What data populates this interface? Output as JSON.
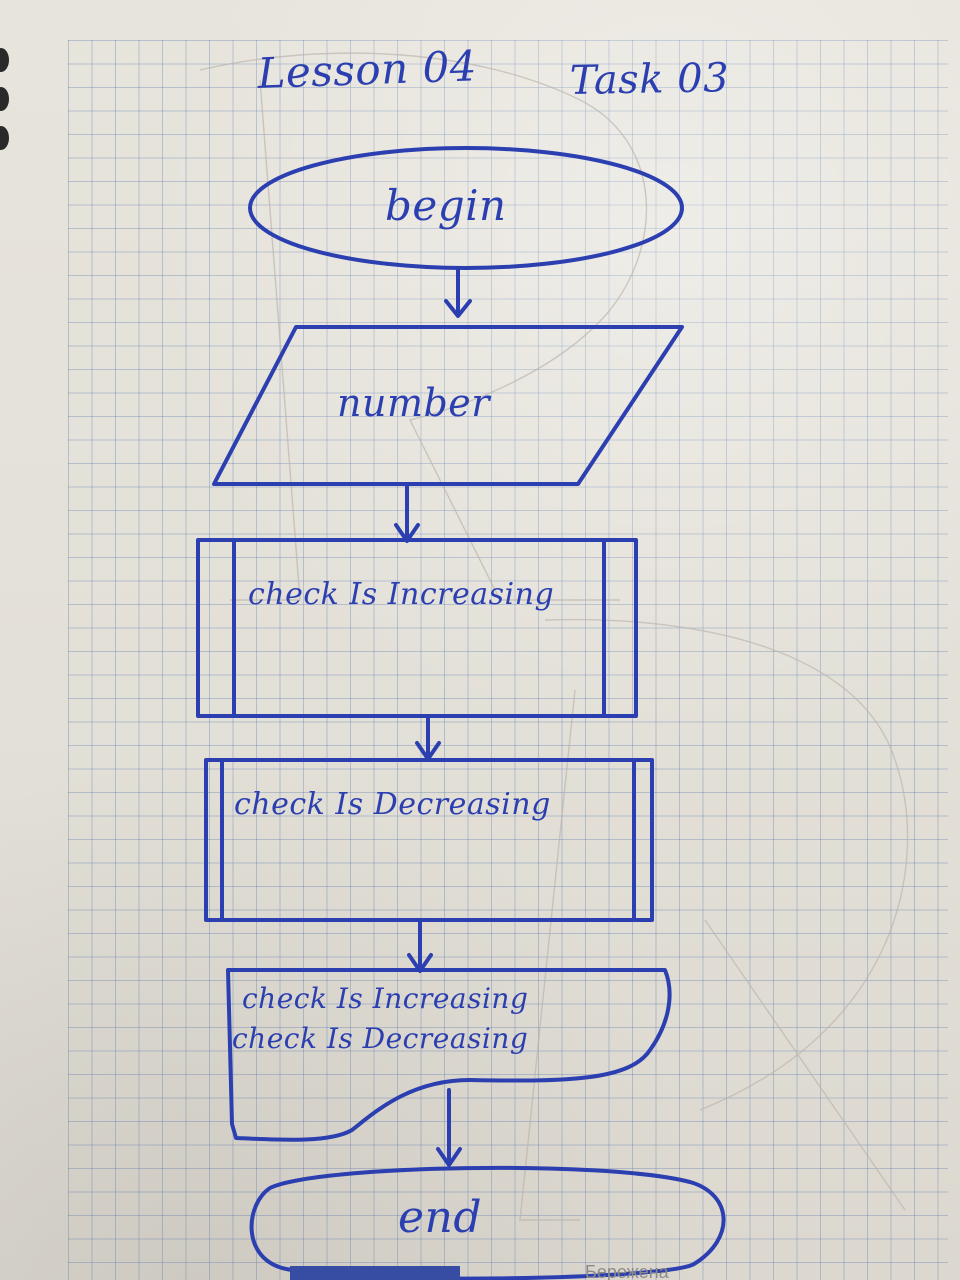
{
  "page": {
    "title": "Lesson 04",
    "task": "Task 03",
    "footer_print": "Бережена"
  },
  "flowchart": {
    "begin": "begin",
    "input": "number",
    "process_1": "check Is Increasing",
    "process_2": "check Is Decreasing",
    "document_line_1": "check Is Increasing",
    "document_line_2": "check Is Decreasing",
    "end": "end"
  },
  "colors": {
    "ink": "#2c3fb0",
    "grid": "#5678af",
    "paper": "#e5e2da"
  }
}
